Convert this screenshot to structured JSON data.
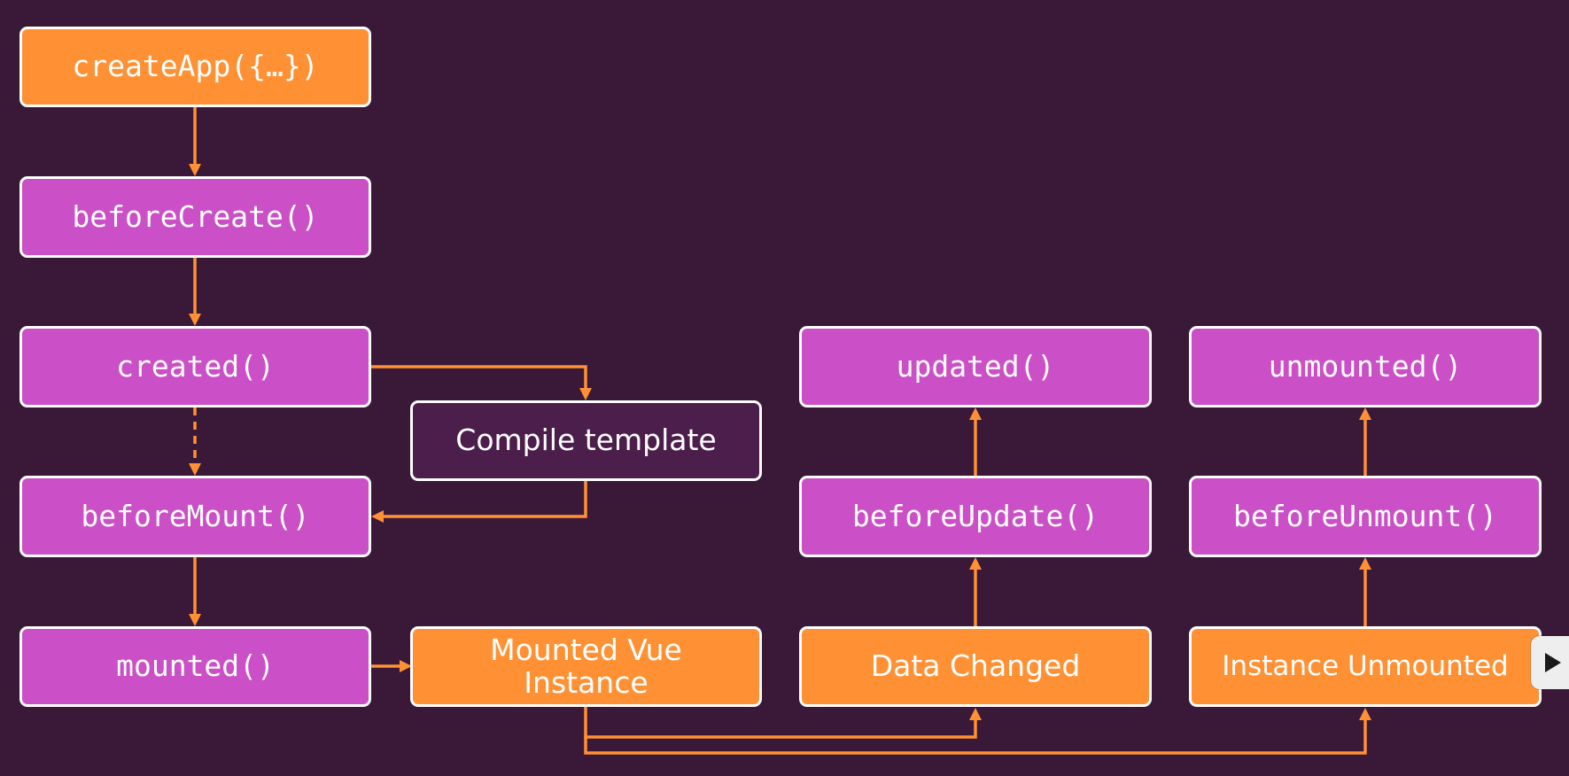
{
  "diagram": {
    "nodes": {
      "createApp": "createApp({…})",
      "beforeCreate": "beforeCreate()",
      "created": "created()",
      "compileTemplate": "Compile template",
      "beforeMount": "beforeMount()",
      "mounted": "mounted()",
      "mountedVueInstance": "Mounted Vue\nInstance",
      "dataChanged": "Data Changed",
      "beforeUpdate": "beforeUpdate()",
      "updated": "updated()",
      "instanceUnmounted": "Instance Unmounted",
      "beforeUnmount": "beforeUnmount()",
      "unmounted": "unmounted()"
    },
    "colors": {
      "background": "#3a1838",
      "hook": "#cb4fc6",
      "event": "#ff9134",
      "process": "#4c1e4b",
      "border": "#ffffff",
      "connector": "#ff9134"
    },
    "icons": {
      "player": "play-icon"
    }
  }
}
